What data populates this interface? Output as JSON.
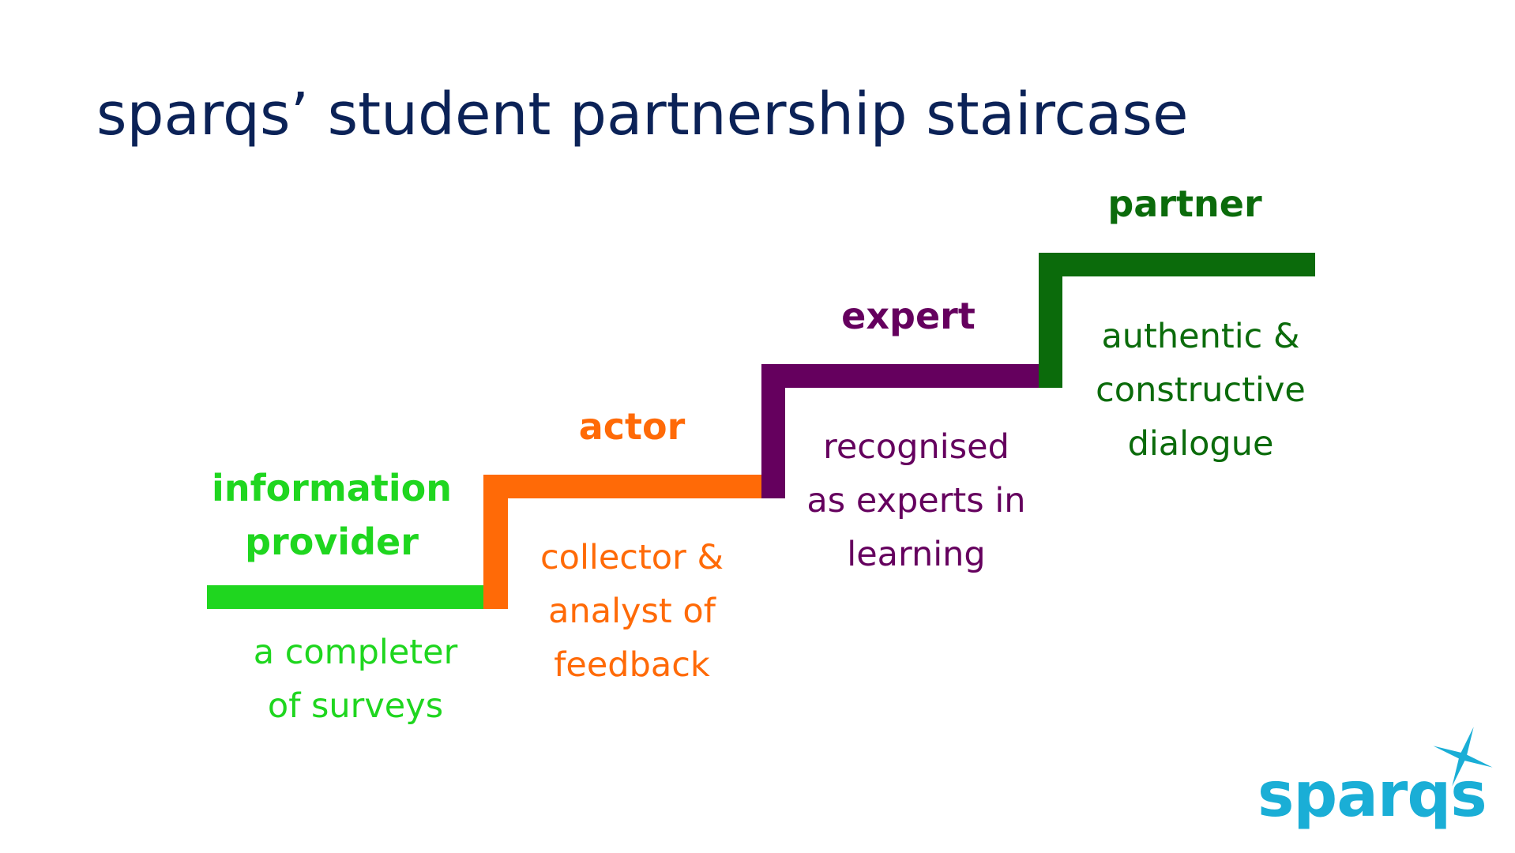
{
  "title": "sparqs’ student partnership staircase",
  "colors": {
    "title": "#0b2257",
    "information_provider": "#1fd61f",
    "actor": "#ff6a07",
    "expert": "#65005e",
    "partner": "#0b6b0b",
    "logo": "#1aaed6"
  },
  "steps": [
    {
      "label": "information\nprovider",
      "description": "a completer\nof surveys"
    },
    {
      "label": "actor",
      "description": "collector &\nanalyst of\nfeedback"
    },
    {
      "label": "expert",
      "description": "recognised\nas experts in\nlearning"
    },
    {
      "label": "partner",
      "description": "authentic &\nconstructive\ndialogue"
    }
  ],
  "logo": {
    "text": "sparqs",
    "icon": "star-icon"
  }
}
